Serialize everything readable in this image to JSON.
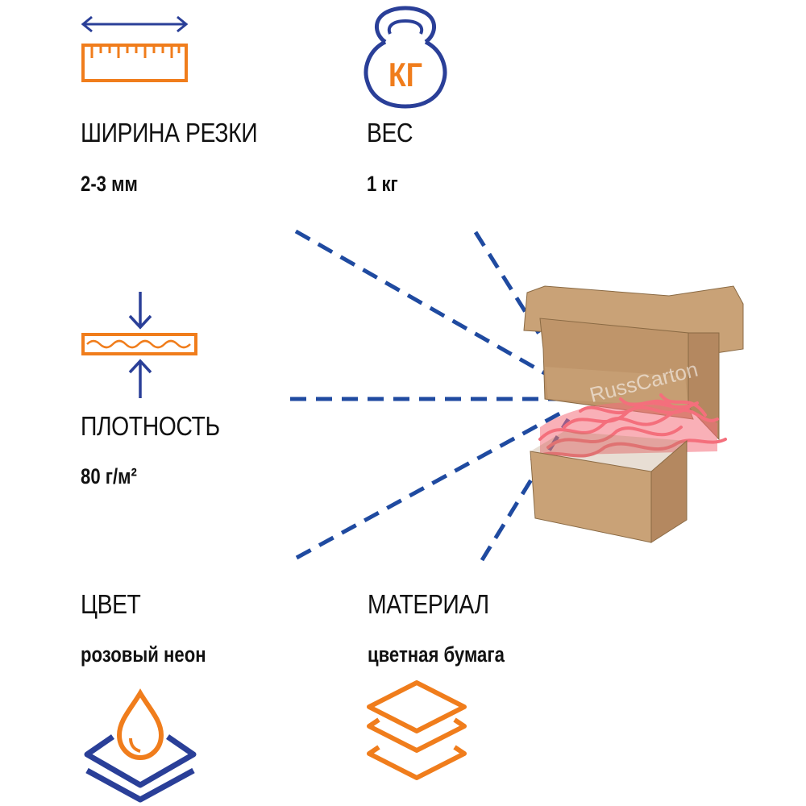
{
  "colors": {
    "accent_orange": "#f07d1c",
    "accent_blue": "#2a3f98",
    "dash_blue": "#1f4aa0",
    "box_kraft": "#c9a277",
    "shred_pink": "#f46f7c"
  },
  "specs": {
    "cut_width": {
      "label": "ШИРИНА РЕЗКИ",
      "value": "2-3 мм",
      "icon": "ruler-icon"
    },
    "weight": {
      "label": "ВЕС",
      "value": "1 кг",
      "icon": "kettlebell-icon",
      "icon_text": "КГ"
    },
    "density": {
      "label": "ПЛОТНОСТЬ",
      "value": "80 г/м²",
      "icon": "compression-icon"
    },
    "color": {
      "label": "ЦВЕТ",
      "value": "розовый неон",
      "icon": "drop-layers-icon"
    },
    "material": {
      "label": "МАТЕРИАЛ",
      "value": "цветная бумага",
      "icon": "paper-stack-icon"
    }
  },
  "product": {
    "icon": "box-with-pink-filler-image",
    "watermark": "RussCarton"
  }
}
